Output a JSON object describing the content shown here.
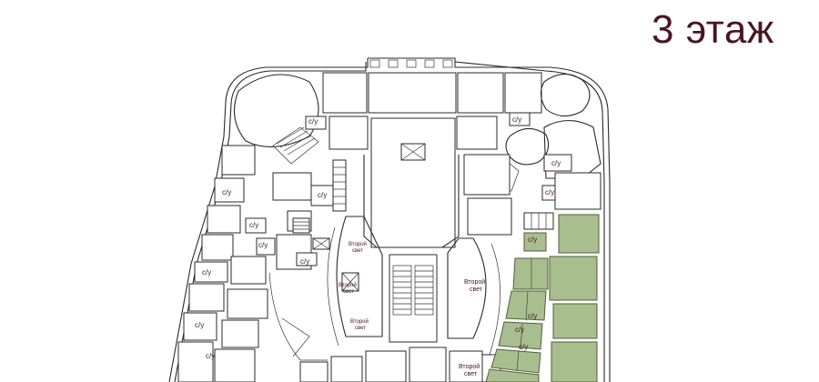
{
  "title": "3 этаж",
  "labels": {
    "restroom": "с/у",
    "second_light": [
      "Второй",
      "свет"
    ]
  },
  "colors": {
    "title": "#4a1523",
    "label": "#4a1523",
    "highlight_fill": "#a9be8f",
    "highlight_stroke": "#4f5f3a",
    "wall": "#2a2a2a"
  }
}
